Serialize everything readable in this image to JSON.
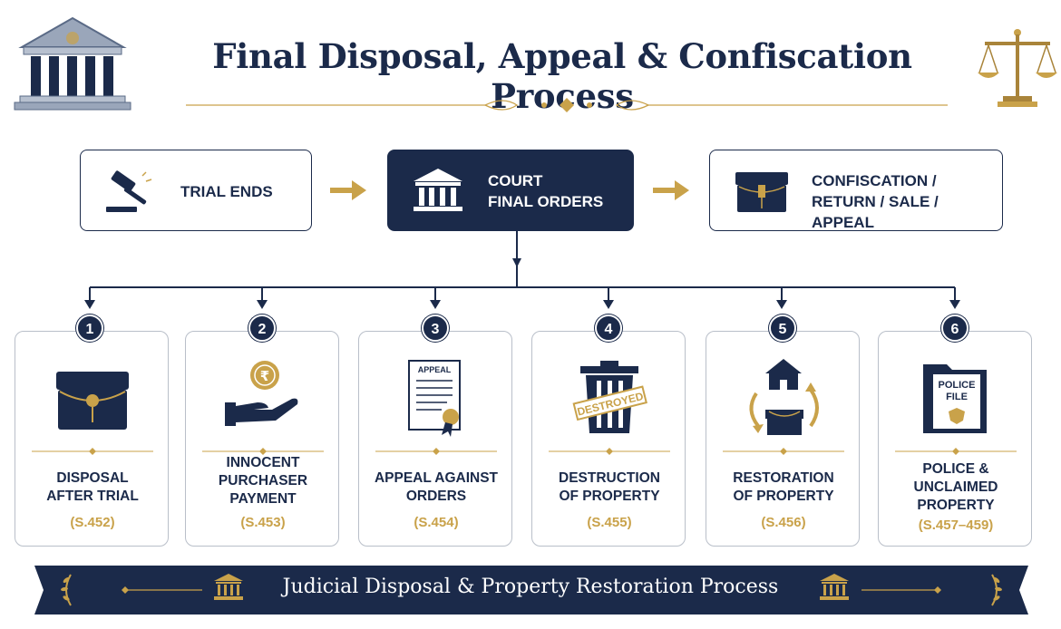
{
  "header": {
    "title": "Final Disposal, Appeal & Confiscation Process"
  },
  "flow": {
    "step1": "TRIAL ENDS",
    "step2_line1": "COURT",
    "step2_line2": "FINAL ORDERS",
    "step3_line1": "CONFISCATION /",
    "step3_line2": "RETURN / SALE / APPEAL"
  },
  "cards": [
    {
      "num": "1",
      "line1": "DISPOSAL",
      "line2": "AFTER TRIAL",
      "line3": "",
      "section": "(S.452)"
    },
    {
      "num": "2",
      "line1": "INNOCENT",
      "line2": "PURCHASER",
      "line3": "PAYMENT",
      "section": "(S.453)"
    },
    {
      "num": "3",
      "line1": "APPEAL AGAINST",
      "line2": "ORDERS",
      "line3": "",
      "section": "(S.454)",
      "doc_label": "APPEAL"
    },
    {
      "num": "4",
      "line1": "DESTRUCTION",
      "line2": "OF PROPERTY",
      "line3": "",
      "section": "(S.455)",
      "stamp_label": "DESTROYED"
    },
    {
      "num": "5",
      "line1": "RESTORATION",
      "line2": "OF PROPERTY",
      "line3": "",
      "section": "(S.456)"
    },
    {
      "num": "6",
      "line1": "POLICE &",
      "line2": "UNCLAIMED",
      "line3": "PROPERTY",
      "section": "(S.457–459)",
      "file_label1": "POLICE",
      "file_label2": "FILE"
    }
  ],
  "footer": {
    "banner_text": "Judicial Disposal & Property Restoration Process"
  },
  "colors": {
    "navy": "#1b2a4a",
    "gold": "#c9a24a",
    "card_border": "#b9bfc9"
  }
}
